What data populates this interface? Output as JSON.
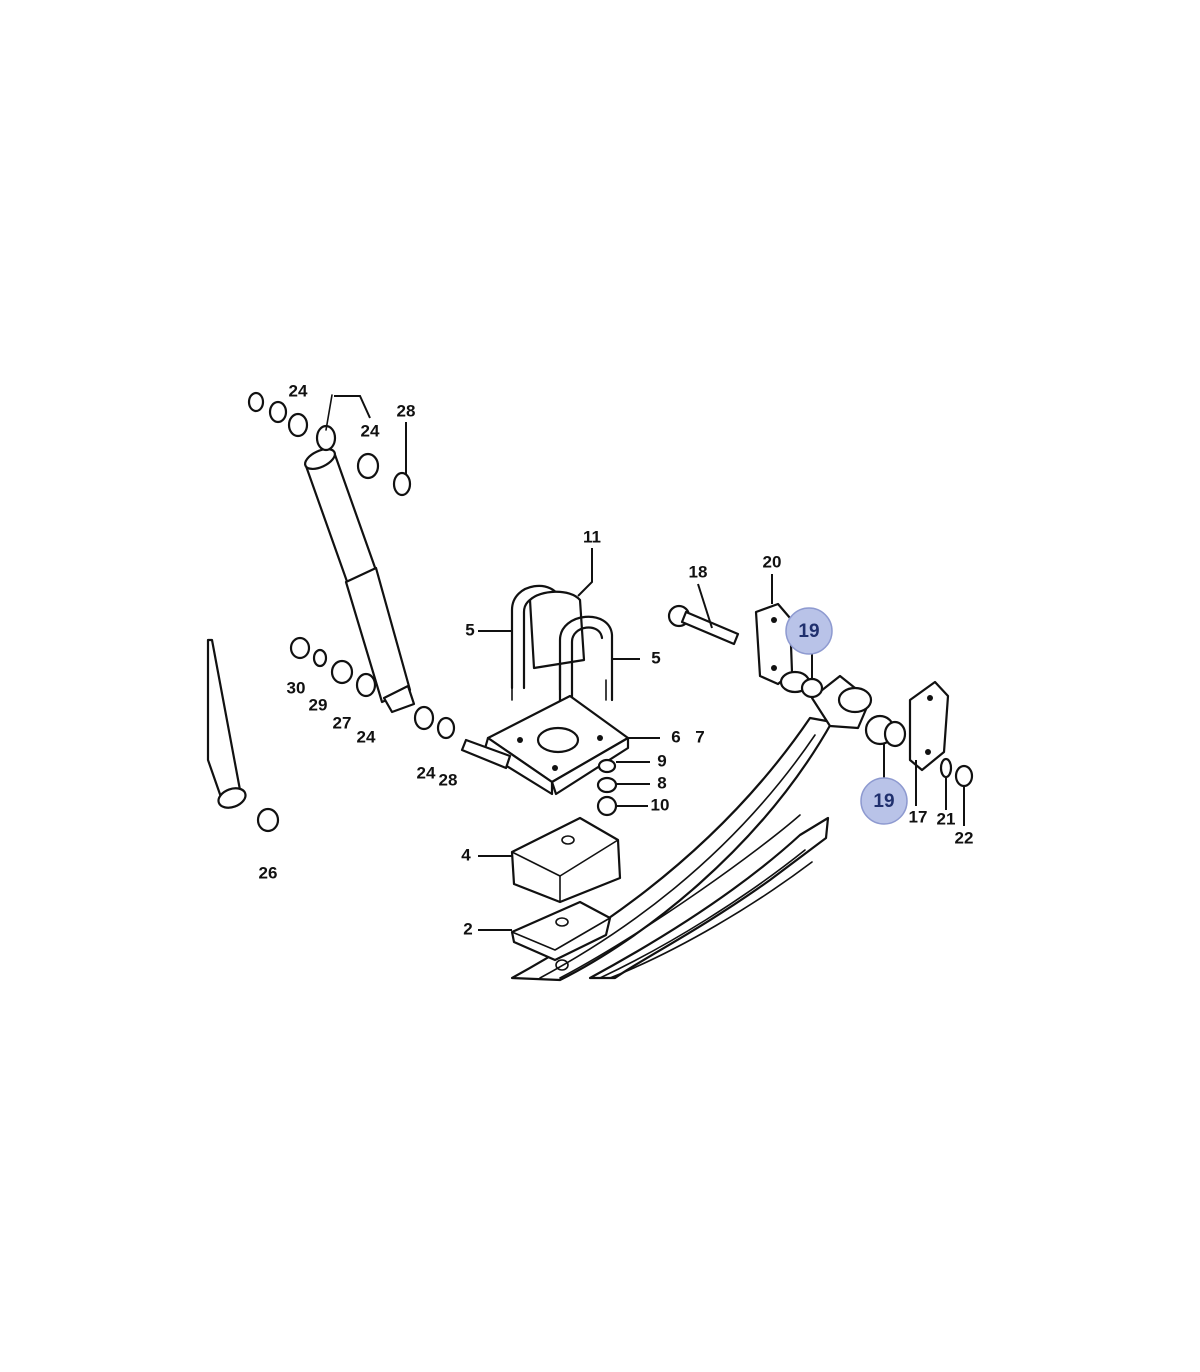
{
  "diagram": {
    "part_labels": {
      "p2": "2",
      "p4": "4",
      "p5a": "5",
      "p5b": "5",
      "p6": "6",
      "p7": "7",
      "p8": "8",
      "p9": "9",
      "p10": "10",
      "p11": "11",
      "p17": "17",
      "p18": "18",
      "p20": "20",
      "p21": "21",
      "p22": "22",
      "p24a": "24",
      "p24b": "24",
      "p24c": "24",
      "p24d": "24",
      "p26": "26",
      "p27": "27",
      "p28a": "28",
      "p28b": "28",
      "p29": "29",
      "p30": "30"
    },
    "highlighted_labels": {
      "h19a": "19",
      "h19b": "19"
    },
    "highlight_color": "#b9c3e8",
    "line_color": "#111111"
  }
}
